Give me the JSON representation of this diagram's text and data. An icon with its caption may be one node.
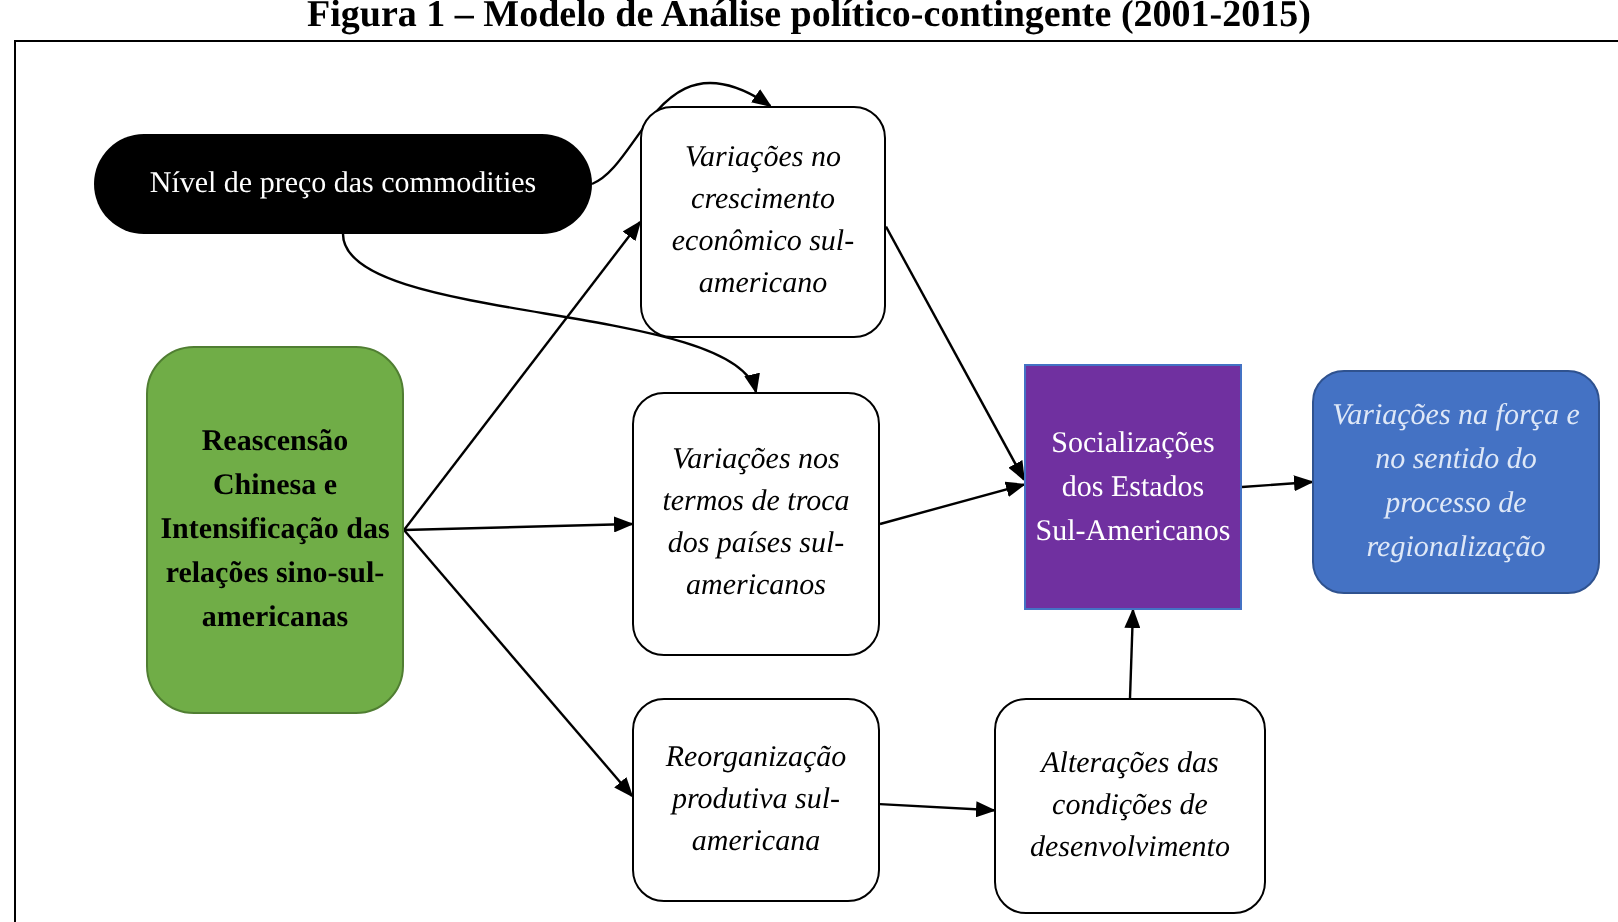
{
  "diagram": {
    "title": "Figura 1 – Modelo de Análise político-contingente (2001-2015)",
    "nodes": [
      {
        "text": [
          "Nível de preço das commodities"
        ]
      },
      {
        "text": [
          "Variações no crescimento econômico sul-americano"
        ]
      },
      {
        "text": [
          "Reascensão Chinesa e Intensificação das relações sino-sul-americanas"
        ]
      },
      {
        "text": [
          "Variações nos termos de troca dos países sul-americanos"
        ]
      },
      {
        "text": [
          "Socializações dos Estados Sul-Americanos"
        ]
      },
      {
        "text": [
          "Variações na força e no sentido do processo de regionalização"
        ]
      },
      {
        "text": [
          "Reorganização produtiva sul-americana"
        ]
      },
      {
        "text": [
          "Alterações das condições de desenvolvimento"
        ]
      }
    ],
    "edges": [
      {
        "from": 0,
        "to": 1,
        "arrow": "to"
      },
      {
        "from": 0,
        "to": 3,
        "arrow": "to"
      },
      {
        "from": 2,
        "to": 1,
        "arrow": "to"
      },
      {
        "from": 2,
        "to": 3,
        "arrow": "to"
      },
      {
        "from": 2,
        "to": 6,
        "arrow": "to"
      },
      {
        "from": 1,
        "to": 4,
        "arrow": "to"
      },
      {
        "from": 3,
        "to": 4,
        "arrow": "to"
      },
      {
        "from": 4,
        "to": 5,
        "arrow": "to"
      },
      {
        "from": 6,
        "to": 7,
        "arrow": "to"
      },
      {
        "from": 7,
        "to": 4,
        "arrow": "to"
      }
    ]
  }
}
